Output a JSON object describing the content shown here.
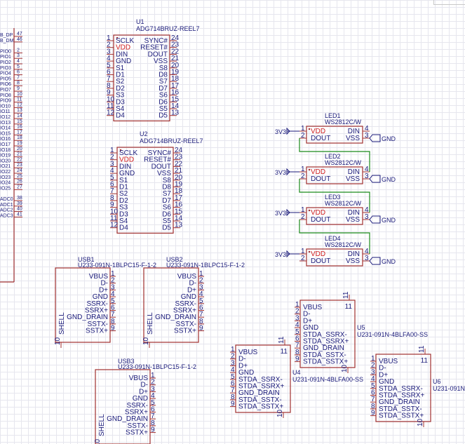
{
  "left_partial": {
    "labels": [
      "B_DP",
      "B_DM",
      "",
      "PIO0",
      "PIO1",
      "PIO2",
      "PIO3",
      "PIO4",
      "PIO5",
      "PIO6",
      "PIO7",
      "PIO8",
      "PIO9",
      "IO10",
      "IO11",
      "IO12",
      "IO13",
      "IO14",
      "IO15",
      "IO16",
      "IO17",
      "IO18",
      "IO19",
      "IO20",
      "IO21",
      "IO22",
      "IO23",
      "IO24",
      "IO25",
      "",
      "ADC0",
      "ADC1",
      "ADC2",
      "ADC3"
    ],
    "numbers": [
      "47",
      "46",
      "",
      "2",
      "3",
      "4",
      "5",
      "6",
      "7",
      "8",
      "9",
      "10",
      "11",
      "12",
      "13",
      "14",
      "15",
      "16",
      "17",
      "18",
      "19",
      "20",
      "21",
      "22",
      "23",
      "24",
      "25",
      "26",
      "27",
      "",
      "38",
      "39",
      "40",
      "41"
    ]
  },
  "adg": [
    {
      "designator": "U1",
      "part": "ADG714BRUZ-REEL7",
      "left_pins": [
        {
          "num": "1",
          "label": "SCLK"
        },
        {
          "num": "2",
          "label": "VDD"
        },
        {
          "num": "3",
          "label": "DIN"
        },
        {
          "num": "4",
          "label": "GND"
        },
        {
          "num": "5",
          "label": "S1"
        },
        {
          "num": "6",
          "label": "D1"
        },
        {
          "num": "7",
          "label": "S2"
        },
        {
          "num": "8",
          "label": "D2"
        },
        {
          "num": "9",
          "label": "S3"
        },
        {
          "num": "10",
          "label": "D3"
        },
        {
          "num": "11",
          "label": "S4"
        },
        {
          "num": "12",
          "label": "D4"
        }
      ],
      "right_pins": [
        {
          "num": "24",
          "label": "SYNC#"
        },
        {
          "num": "23",
          "label": "RESET#"
        },
        {
          "num": "22",
          "label": "DOUT"
        },
        {
          "num": "21",
          "label": "VSS"
        },
        {
          "num": "20",
          "label": "S8"
        },
        {
          "num": "19",
          "label": "D8"
        },
        {
          "num": "18",
          "label": "S7"
        },
        {
          "num": "17",
          "label": "D7"
        },
        {
          "num": "16",
          "label": "S6"
        },
        {
          "num": "15",
          "label": "D6"
        },
        {
          "num": "14",
          "label": "S5"
        },
        {
          "num": "13",
          "label": "D5"
        }
      ]
    },
    {
      "designator": "U2",
      "part": "ADG714BRUZ-REEL7",
      "left_pins": [
        {
          "num": "1",
          "label": "SCLK"
        },
        {
          "num": "2",
          "label": "VDD"
        },
        {
          "num": "3",
          "label": "DIN"
        },
        {
          "num": "4",
          "label": "GND"
        },
        {
          "num": "5",
          "label": "S1"
        },
        {
          "num": "6",
          "label": "D1"
        },
        {
          "num": "7",
          "label": "S2"
        },
        {
          "num": "8",
          "label": "D2"
        },
        {
          "num": "9",
          "label": "S3"
        },
        {
          "num": "10",
          "label": "D3"
        },
        {
          "num": "11",
          "label": "S4"
        },
        {
          "num": "12",
          "label": "D4"
        }
      ],
      "right_pins": [
        {
          "num": "24",
          "label": "SYNC#"
        },
        {
          "num": "23",
          "label": "RESET#"
        },
        {
          "num": "22",
          "label": "DOUT"
        },
        {
          "num": "21",
          "label": "VSS"
        },
        {
          "num": "20",
          "label": "S8"
        },
        {
          "num": "19",
          "label": "D8"
        },
        {
          "num": "18",
          "label": "S7"
        },
        {
          "num": "17",
          "label": "D7"
        },
        {
          "num": "16",
          "label": "S6"
        },
        {
          "num": "15",
          "label": "D6"
        },
        {
          "num": "14",
          "label": "S5"
        },
        {
          "num": "13",
          "label": "D5"
        }
      ]
    }
  ],
  "leds": [
    {
      "designator": "LED1",
      "part": "WS2812C/W",
      "left_pins": [
        {
          "num": "1",
          "label": "VDD"
        },
        {
          "num": "2",
          "label": "DOUT"
        }
      ],
      "right_pins": [
        {
          "num": "4",
          "label": "DIN"
        },
        {
          "num": "3",
          "label": "VSS"
        }
      ]
    },
    {
      "designator": "LED2",
      "part": "WS2812C/W",
      "left_pins": [
        {
          "num": "1",
          "label": "VDD"
        },
        {
          "num": "2",
          "label": "DOUT"
        }
      ],
      "right_pins": [
        {
          "num": "4",
          "label": "DIN"
        },
        {
          "num": "3",
          "label": "VSS"
        }
      ]
    },
    {
      "designator": "LED3",
      "part": "WS2812C/W",
      "left_pins": [
        {
          "num": "1",
          "label": "VDD"
        },
        {
          "num": "2",
          "label": "DOUT"
        }
      ],
      "right_pins": [
        {
          "num": "4",
          "label": "DIN"
        },
        {
          "num": "3",
          "label": "VSS"
        }
      ]
    },
    {
      "designator": "LED4",
      "part": "WS2812C/W",
      "left_pins": [
        {
          "num": "1",
          "label": "VDD"
        },
        {
          "num": "2",
          "label": "DOUT"
        }
      ],
      "right_pins": [
        {
          "num": "4",
          "label": "DIN"
        },
        {
          "num": "3",
          "label": "VSS"
        }
      ]
    }
  ],
  "nets": {
    "power": "3V3",
    "ground": "GND"
  },
  "usb_b": [
    {
      "designator": "USB1",
      "part": "U233-091N-1BLPC15-F-1-2"
    },
    {
      "designator": "USB2",
      "part": "U233-091N-1BLPC15-F-1-2"
    },
    {
      "designator": "USB3",
      "part": "U233-091N-1BLPC15-F-1-2"
    }
  ],
  "usb_b_pins": [
    {
      "num": "1",
      "label": "VBUS"
    },
    {
      "num": "2",
      "label": "D-"
    },
    {
      "num": "3",
      "label": "D+"
    },
    {
      "num": "4",
      "label": "GND"
    },
    {
      "num": "5",
      "label": "SSRX-"
    },
    {
      "num": "6",
      "label": "SSRX+"
    },
    {
      "num": "7",
      "label": "GND_DRAIN"
    },
    {
      "num": "8",
      "label": "SSTX-"
    },
    {
      "num": "9",
      "label": "SSTX+"
    }
  ],
  "usb_b_shield": {
    "label": "SHELL",
    "num": "10"
  },
  "usb_a": [
    {
      "designator": "U4",
      "part": "U231-091N-4BLFA00-SS"
    },
    {
      "designator": "U5",
      "part": "U231-091N-4BLFA00-SS"
    },
    {
      "designator": "U6",
      "part": "U231-091N"
    }
  ],
  "usb_a_pins": [
    {
      "num": "1",
      "label": "VBUS"
    },
    {
      "num": "2",
      "label": "D-"
    },
    {
      "num": "3",
      "label": "D+"
    },
    {
      "num": "4",
      "label": "GND"
    },
    {
      "num": "5",
      "label": "STDA_SSRX-"
    },
    {
      "num": "6",
      "label": "STDA_SSRX+"
    },
    {
      "num": "7",
      "label": "GND_DRAIN"
    },
    {
      "num": "8",
      "label": "STDA_SSTX-"
    },
    {
      "num": "9",
      "label": "STDA_SSTX+"
    }
  ],
  "usb_a_extra_pins": {
    "top": "11",
    "bottom": "10"
  }
}
